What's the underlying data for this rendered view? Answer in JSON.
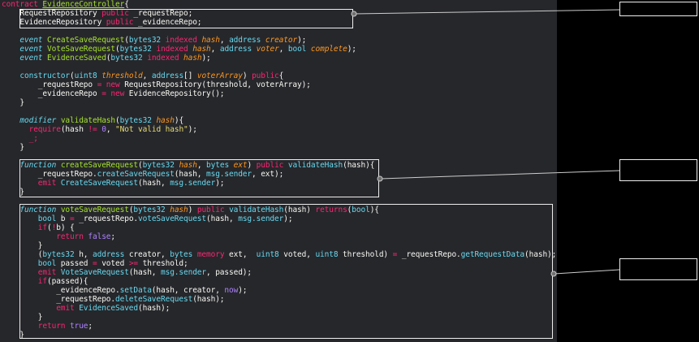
{
  "palette": {
    "editor-bg": "#26272b",
    "panel-bg": "#000000",
    "keyword": "#f92672",
    "type": "#66d9ef",
    "function-name": "#a6e22e",
    "contract-name": "#a6e22e",
    "parameter": "#fd971f",
    "string": "#e6db74",
    "constant": "#ae81ff",
    "plain": "#f8f8f2",
    "annotation-border": "#eeeeee",
    "connector": "#cccccc"
  },
  "code": {
    "language": "solidity",
    "lines": [
      [
        [
          "kw",
          "contract "
        ],
        [
          "ct",
          "EvidenceController"
        ],
        [
          "pl",
          "{"
        ]
      ],
      [
        [
          "pl",
          "    RequestRepository "
        ],
        [
          "kw",
          "public"
        ],
        [
          "pl",
          " _requestRepo;"
        ]
      ],
      [
        [
          "pl",
          "    EvidenceRepository "
        ],
        [
          "kw",
          "public"
        ],
        [
          "pl",
          " _evidenceRepo;"
        ]
      ],
      [],
      [
        [
          "pl",
          "    "
        ],
        [
          "dk",
          "event "
        ],
        [
          "fn",
          "CreateSaveRequest"
        ],
        [
          "pl",
          "("
        ],
        [
          "ty",
          "bytes32"
        ],
        [
          "pl",
          " "
        ],
        [
          "kw",
          "indexed"
        ],
        [
          "pl",
          " "
        ],
        [
          "pa",
          "hash"
        ],
        [
          "pl",
          ", "
        ],
        [
          "ty",
          "address"
        ],
        [
          "pl",
          " "
        ],
        [
          "pa",
          "creator"
        ],
        [
          "pl",
          ");"
        ]
      ],
      [
        [
          "pl",
          "    "
        ],
        [
          "dk",
          "event "
        ],
        [
          "fn",
          "VoteSaveRequest"
        ],
        [
          "pl",
          "("
        ],
        [
          "ty",
          "bytes32"
        ],
        [
          "pl",
          " "
        ],
        [
          "kw",
          "indexed"
        ],
        [
          "pl",
          " "
        ],
        [
          "pa",
          "hash"
        ],
        [
          "pl",
          ", "
        ],
        [
          "ty",
          "address"
        ],
        [
          "pl",
          " "
        ],
        [
          "pa",
          "voter"
        ],
        [
          "pl",
          ", "
        ],
        [
          "ty",
          "bool"
        ],
        [
          "pl",
          " "
        ],
        [
          "pa",
          "complete"
        ],
        [
          "pl",
          ");"
        ]
      ],
      [
        [
          "pl",
          "    "
        ],
        [
          "dk",
          "event "
        ],
        [
          "fn",
          "EvidenceSaved"
        ],
        [
          "pl",
          "("
        ],
        [
          "ty",
          "bytes32"
        ],
        [
          "pl",
          " "
        ],
        [
          "kw",
          "indexed"
        ],
        [
          "pl",
          " "
        ],
        [
          "pa",
          "hash"
        ],
        [
          "pl",
          ");"
        ]
      ],
      [],
      [
        [
          "pl",
          "    "
        ],
        [
          "ty",
          "constructor"
        ],
        [
          "pl",
          "("
        ],
        [
          "ty",
          "uint8"
        ],
        [
          "pl",
          " "
        ],
        [
          "pa",
          "threshold"
        ],
        [
          "pl",
          ", "
        ],
        [
          "ty",
          "address"
        ],
        [
          "pl",
          "[] "
        ],
        [
          "pa",
          "voterArray"
        ],
        [
          "pl",
          ") "
        ],
        [
          "kw",
          "public"
        ],
        [
          "pl",
          "{"
        ]
      ],
      [
        [
          "pl",
          "        _requestRepo "
        ],
        [
          "kw",
          "= new"
        ],
        [
          "pl",
          " RequestRepository(threshold, voterArray);"
        ]
      ],
      [
        [
          "pl",
          "        _evidenceRepo "
        ],
        [
          "kw",
          "= new"
        ],
        [
          "pl",
          " EvidenceRepository();"
        ]
      ],
      [
        [
          "pl",
          "    }"
        ]
      ],
      [],
      [
        [
          "pl",
          "    "
        ],
        [
          "dk",
          "modifier "
        ],
        [
          "fn",
          "validateHash"
        ],
        [
          "pl",
          "("
        ],
        [
          "ty",
          "bytes32"
        ],
        [
          "pl",
          " "
        ],
        [
          "pa",
          "hash"
        ],
        [
          "pl",
          "){"
        ]
      ],
      [
        [
          "pl",
          "      "
        ],
        [
          "kw",
          "require"
        ],
        [
          "pl",
          "(hash "
        ],
        [
          "kw",
          "!= "
        ],
        [
          "nu",
          "0"
        ],
        [
          "pl",
          ", "
        ],
        [
          "st",
          "\"Not valid hash\""
        ],
        [
          "pl",
          ");"
        ]
      ],
      [
        [
          "pl",
          "      "
        ],
        [
          "kw",
          "_;"
        ]
      ],
      [
        [
          "pl",
          "    }"
        ]
      ],
      [],
      [
        [
          "pl",
          "    "
        ],
        [
          "dk",
          "function "
        ],
        [
          "fn",
          "createSaveRequest"
        ],
        [
          "pl",
          "("
        ],
        [
          "ty",
          "bytes32"
        ],
        [
          "pl",
          " "
        ],
        [
          "pa",
          "hash"
        ],
        [
          "pl",
          ", "
        ],
        [
          "ty",
          "bytes"
        ],
        [
          "pl",
          " "
        ],
        [
          "pa",
          "ext"
        ],
        [
          "pl",
          ") "
        ],
        [
          "kw",
          "public"
        ],
        [
          "pl",
          " "
        ],
        [
          "ty",
          "validateHash"
        ],
        [
          "pl",
          "(hash){"
        ]
      ],
      [
        [
          "pl",
          "        _requestRepo."
        ],
        [
          "ty",
          "createSaveRequest"
        ],
        [
          "pl",
          "(hash, "
        ],
        [
          "ty",
          "msg.sender"
        ],
        [
          "pl",
          ", ext);"
        ]
      ],
      [
        [
          "pl",
          "        "
        ],
        [
          "kw",
          "emit "
        ],
        [
          "ty",
          "CreateSaveRequest"
        ],
        [
          "pl",
          "(hash, "
        ],
        [
          "ty",
          "msg.sender"
        ],
        [
          "pl",
          ");"
        ]
      ],
      [
        [
          "pl",
          "    }"
        ]
      ],
      [],
      [
        [
          "pl",
          "    "
        ],
        [
          "dk",
          "function "
        ],
        [
          "fn",
          "voteSaveRequest"
        ],
        [
          "pl",
          "("
        ],
        [
          "ty",
          "bytes32"
        ],
        [
          "pl",
          " "
        ],
        [
          "pa",
          "hash"
        ],
        [
          "pl",
          ") "
        ],
        [
          "kw",
          "public"
        ],
        [
          "pl",
          " "
        ],
        [
          "ty",
          "validateHash"
        ],
        [
          "pl",
          "(hash) "
        ],
        [
          "kw",
          "returns"
        ],
        [
          "pl",
          "("
        ],
        [
          "ty",
          "bool"
        ],
        [
          "pl",
          "){"
        ]
      ],
      [
        [
          "pl",
          "        "
        ],
        [
          "ty",
          "bool"
        ],
        [
          "pl",
          " b "
        ],
        [
          "kw",
          "= "
        ],
        [
          "pl",
          "_requestRepo."
        ],
        [
          "ty",
          "voteSaveRequest"
        ],
        [
          "pl",
          "(hash, "
        ],
        [
          "ty",
          "msg.sender"
        ],
        [
          "pl",
          ");"
        ]
      ],
      [
        [
          "pl",
          "        "
        ],
        [
          "kw",
          "if"
        ],
        [
          "pl",
          "("
        ],
        [
          "kw",
          "!"
        ],
        [
          "pl",
          "b) {"
        ]
      ],
      [
        [
          "pl",
          "            "
        ],
        [
          "kw",
          "return "
        ],
        [
          "nu",
          "false"
        ],
        [
          "pl",
          ";"
        ]
      ],
      [
        [
          "pl",
          "        }"
        ]
      ],
      [
        [
          "pl",
          "        ("
        ],
        [
          "ty",
          "bytes32"
        ],
        [
          "pl",
          " h, "
        ],
        [
          "ty",
          "address"
        ],
        [
          "pl",
          " creator, "
        ],
        [
          "ty",
          "bytes"
        ],
        [
          "pl",
          " "
        ],
        [
          "kw",
          "memory"
        ],
        [
          "pl",
          " ext,  "
        ],
        [
          "ty",
          "uint8"
        ],
        [
          "pl",
          " voted, "
        ],
        [
          "ty",
          "uint8"
        ],
        [
          "pl",
          " threshold) "
        ],
        [
          "kw",
          "= "
        ],
        [
          "pl",
          "_requestRepo."
        ],
        [
          "ty",
          "getRequestData"
        ],
        [
          "pl",
          "(hash);"
        ]
      ],
      [
        [
          "pl",
          "        "
        ],
        [
          "ty",
          "bool"
        ],
        [
          "pl",
          " passed "
        ],
        [
          "kw",
          "= "
        ],
        [
          "pl",
          "voted "
        ],
        [
          "kw",
          ">= "
        ],
        [
          "pl",
          "threshold;"
        ]
      ],
      [
        [
          "pl",
          "        "
        ],
        [
          "kw",
          "emit "
        ],
        [
          "ty",
          "VoteSaveRequest"
        ],
        [
          "pl",
          "(hash, "
        ],
        [
          "ty",
          "msg.sender"
        ],
        [
          "pl",
          ", passed);"
        ]
      ],
      [
        [
          "pl",
          "        "
        ],
        [
          "kw",
          "if"
        ],
        [
          "pl",
          "(passed){"
        ]
      ],
      [
        [
          "pl",
          "            _evidenceRepo."
        ],
        [
          "ty",
          "setData"
        ],
        [
          "pl",
          "(hash, creator, "
        ],
        [
          "nu",
          "now"
        ],
        [
          "pl",
          ");"
        ]
      ],
      [
        [
          "pl",
          "            _requestRepo."
        ],
        [
          "ty",
          "deleteSaveRequest"
        ],
        [
          "pl",
          "(hash);"
        ]
      ],
      [
        [
          "pl",
          "            "
        ],
        [
          "kw",
          "emit "
        ],
        [
          "ty",
          "EvidenceSaved"
        ],
        [
          "pl",
          "(hash);"
        ]
      ],
      [
        [
          "pl",
          "        }"
        ]
      ],
      [
        [
          "pl",
          "        "
        ],
        [
          "kw",
          "return "
        ],
        [
          "nu",
          "true"
        ],
        [
          "pl",
          ";"
        ]
      ],
      [
        [
          "pl",
          "    }"
        ]
      ]
    ]
  }
}
